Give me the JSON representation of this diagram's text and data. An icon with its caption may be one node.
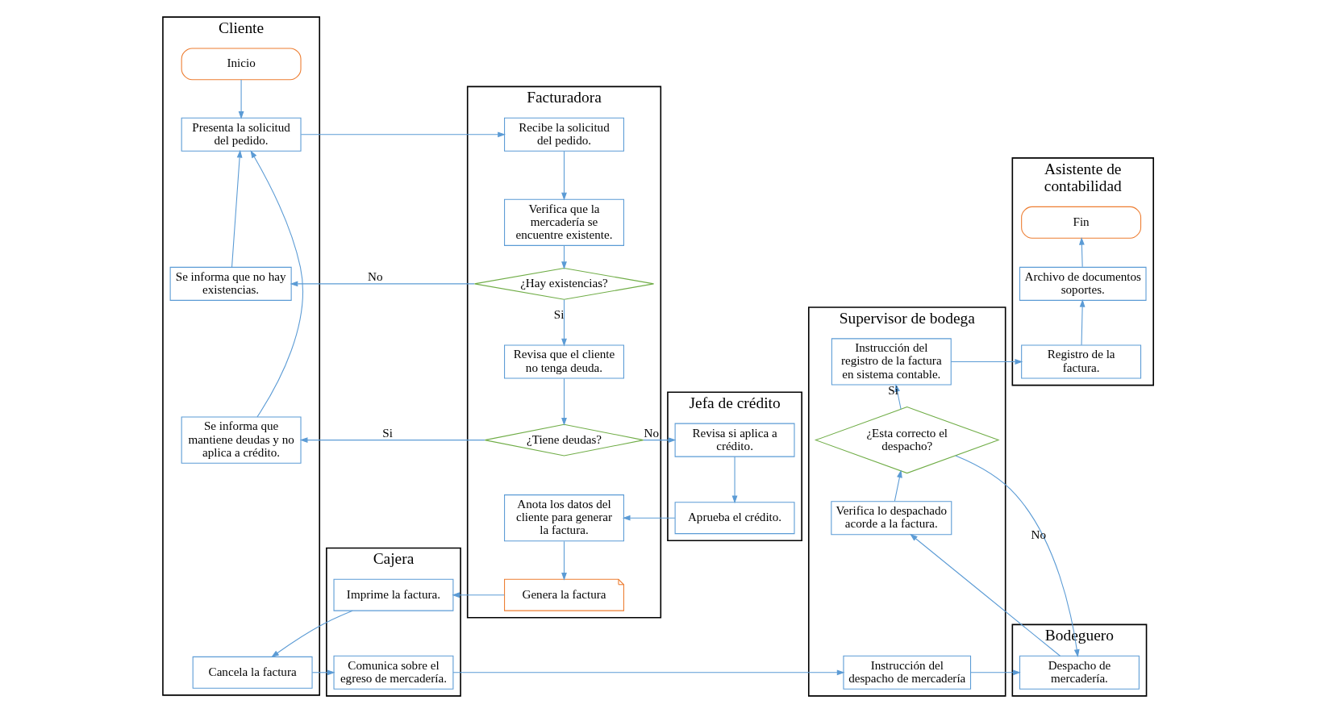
{
  "diagram": {
    "nodes": [
      {
        "text": [
          "Cliente"
        ]
      },
      {
        "text": [
          "Facturadora"
        ]
      },
      {
        "text": [
          "Jefa de crédito"
        ]
      },
      {
        "text": [
          "Cajera"
        ]
      },
      {
        "text": [
          "Supervisor de bodega"
        ]
      },
      {
        "text": [
          "Bodeguero"
        ]
      },
      {
        "text": [
          "Asistente de contabilidad"
        ]
      },
      {
        "text": [
          "Inicio"
        ],
        "in": 0
      },
      {
        "text": [
          "Presenta la solicitud del pedido."
        ],
        "in": 0
      },
      {
        "text": [
          "Se informa que no hay existencias."
        ],
        "in": 0
      },
      {
        "text": [
          "Se informa que mantiene deudas y no aplica a crédito."
        ],
        "in": 0
      },
      {
        "text": [
          "Cancela la factura"
        ],
        "in": 0
      },
      {
        "text": [
          "Recibe la solicitud del pedido."
        ],
        "in": 1
      },
      {
        "text": [
          "Verifica que la mercadería se encuentre existente."
        ],
        "in": 1
      },
      {
        "text": [
          "¿Hay existencias?"
        ],
        "in": 1
      },
      {
        "text": [
          "Revisa que el cliente no tenga deuda."
        ],
        "in": 1
      },
      {
        "text": [
          "¿Tiene deudas?"
        ],
        "in": 1
      },
      {
        "text": [
          "Anota los datos del cliente para generar la factura."
        ],
        "in": 1
      },
      {
        "text": [
          "Genera la factura"
        ],
        "in": 1
      },
      {
        "text": [
          "Revisa si aplica a crédito."
        ],
        "in": 2
      },
      {
        "text": [
          "Aprueba el crédito."
        ],
        "in": 2
      },
      {
        "text": [
          "Imprime la factura."
        ],
        "in": 3
      },
      {
        "text": [
          "Comunica sobre el egreso de mercadería."
        ],
        "in": 3
      },
      {
        "text": [
          "Instrucción del registro de la factura en sistema contable."
        ],
        "in": 4
      },
      {
        "text": [
          "¿Esta correcto el despacho?"
        ],
        "in": 4
      },
      {
        "text": [
          "Verifica lo despachado acorde a la factura."
        ],
        "in": 4
      },
      {
        "text": [
          "Instrucción del despacho de mercadería"
        ],
        "in": 4
      },
      {
        "text": [
          "Despacho de mercadería."
        ],
        "in": 5
      },
      {
        "text": [
          "Fin"
        ],
        "in": 6
      },
      {
        "text": [
          "Archivo de documentos soportes."
        ],
        "in": 6
      },
      {
        "text": [
          "Registro de la factura."
        ],
        "in": 6
      }
    ],
    "edges": [
      {
        "from": 7,
        "to": 8,
        "arrow": "to"
      },
      {
        "from": 8,
        "to": 12,
        "arrow": "to"
      },
      {
        "from": 12,
        "to": 13,
        "arrow": "to"
      },
      {
        "from": 13,
        "to": 14,
        "arrow": "to"
      },
      {
        "from": 14,
        "to": 9,
        "arrow": "to",
        "label": "No"
      },
      {
        "from": 9,
        "to": 8,
        "arrow": "to"
      },
      {
        "from": 14,
        "to": 15,
        "arrow": "to",
        "label": "Si"
      },
      {
        "from": 15,
        "to": 16,
        "arrow": "to"
      },
      {
        "from": 16,
        "to": 10,
        "arrow": "to",
        "label": "Si"
      },
      {
        "from": 10,
        "to": 8,
        "arrow": "to"
      },
      {
        "from": 16,
        "to": 19,
        "arrow": "to",
        "label": "No"
      },
      {
        "from": 19,
        "to": 20,
        "arrow": "to"
      },
      {
        "from": 20,
        "to": 17,
        "arrow": "to"
      },
      {
        "from": 17,
        "to": 18,
        "arrow": "to"
      },
      {
        "from": 18,
        "to": 21,
        "arrow": "to"
      },
      {
        "from": 21,
        "to": 11,
        "arrow": "to"
      },
      {
        "from": 11,
        "to": 22,
        "arrow": "to"
      },
      {
        "from": 22,
        "to": 26,
        "arrow": "to"
      },
      {
        "from": 26,
        "to": 27,
        "arrow": "to"
      },
      {
        "from": 27,
        "to": 25,
        "arrow": "to"
      },
      {
        "from": 25,
        "to": 24,
        "arrow": "to"
      },
      {
        "from": 24,
        "to": 23,
        "arrow": "to",
        "label": "Si"
      },
      {
        "from": 24,
        "to": 27,
        "arrow": "to",
        "label": "No"
      },
      {
        "from": 23,
        "to": 30,
        "arrow": "to"
      },
      {
        "from": 30,
        "to": 29,
        "arrow": "to"
      },
      {
        "from": 29,
        "to": 28,
        "arrow": "to"
      }
    ]
  }
}
